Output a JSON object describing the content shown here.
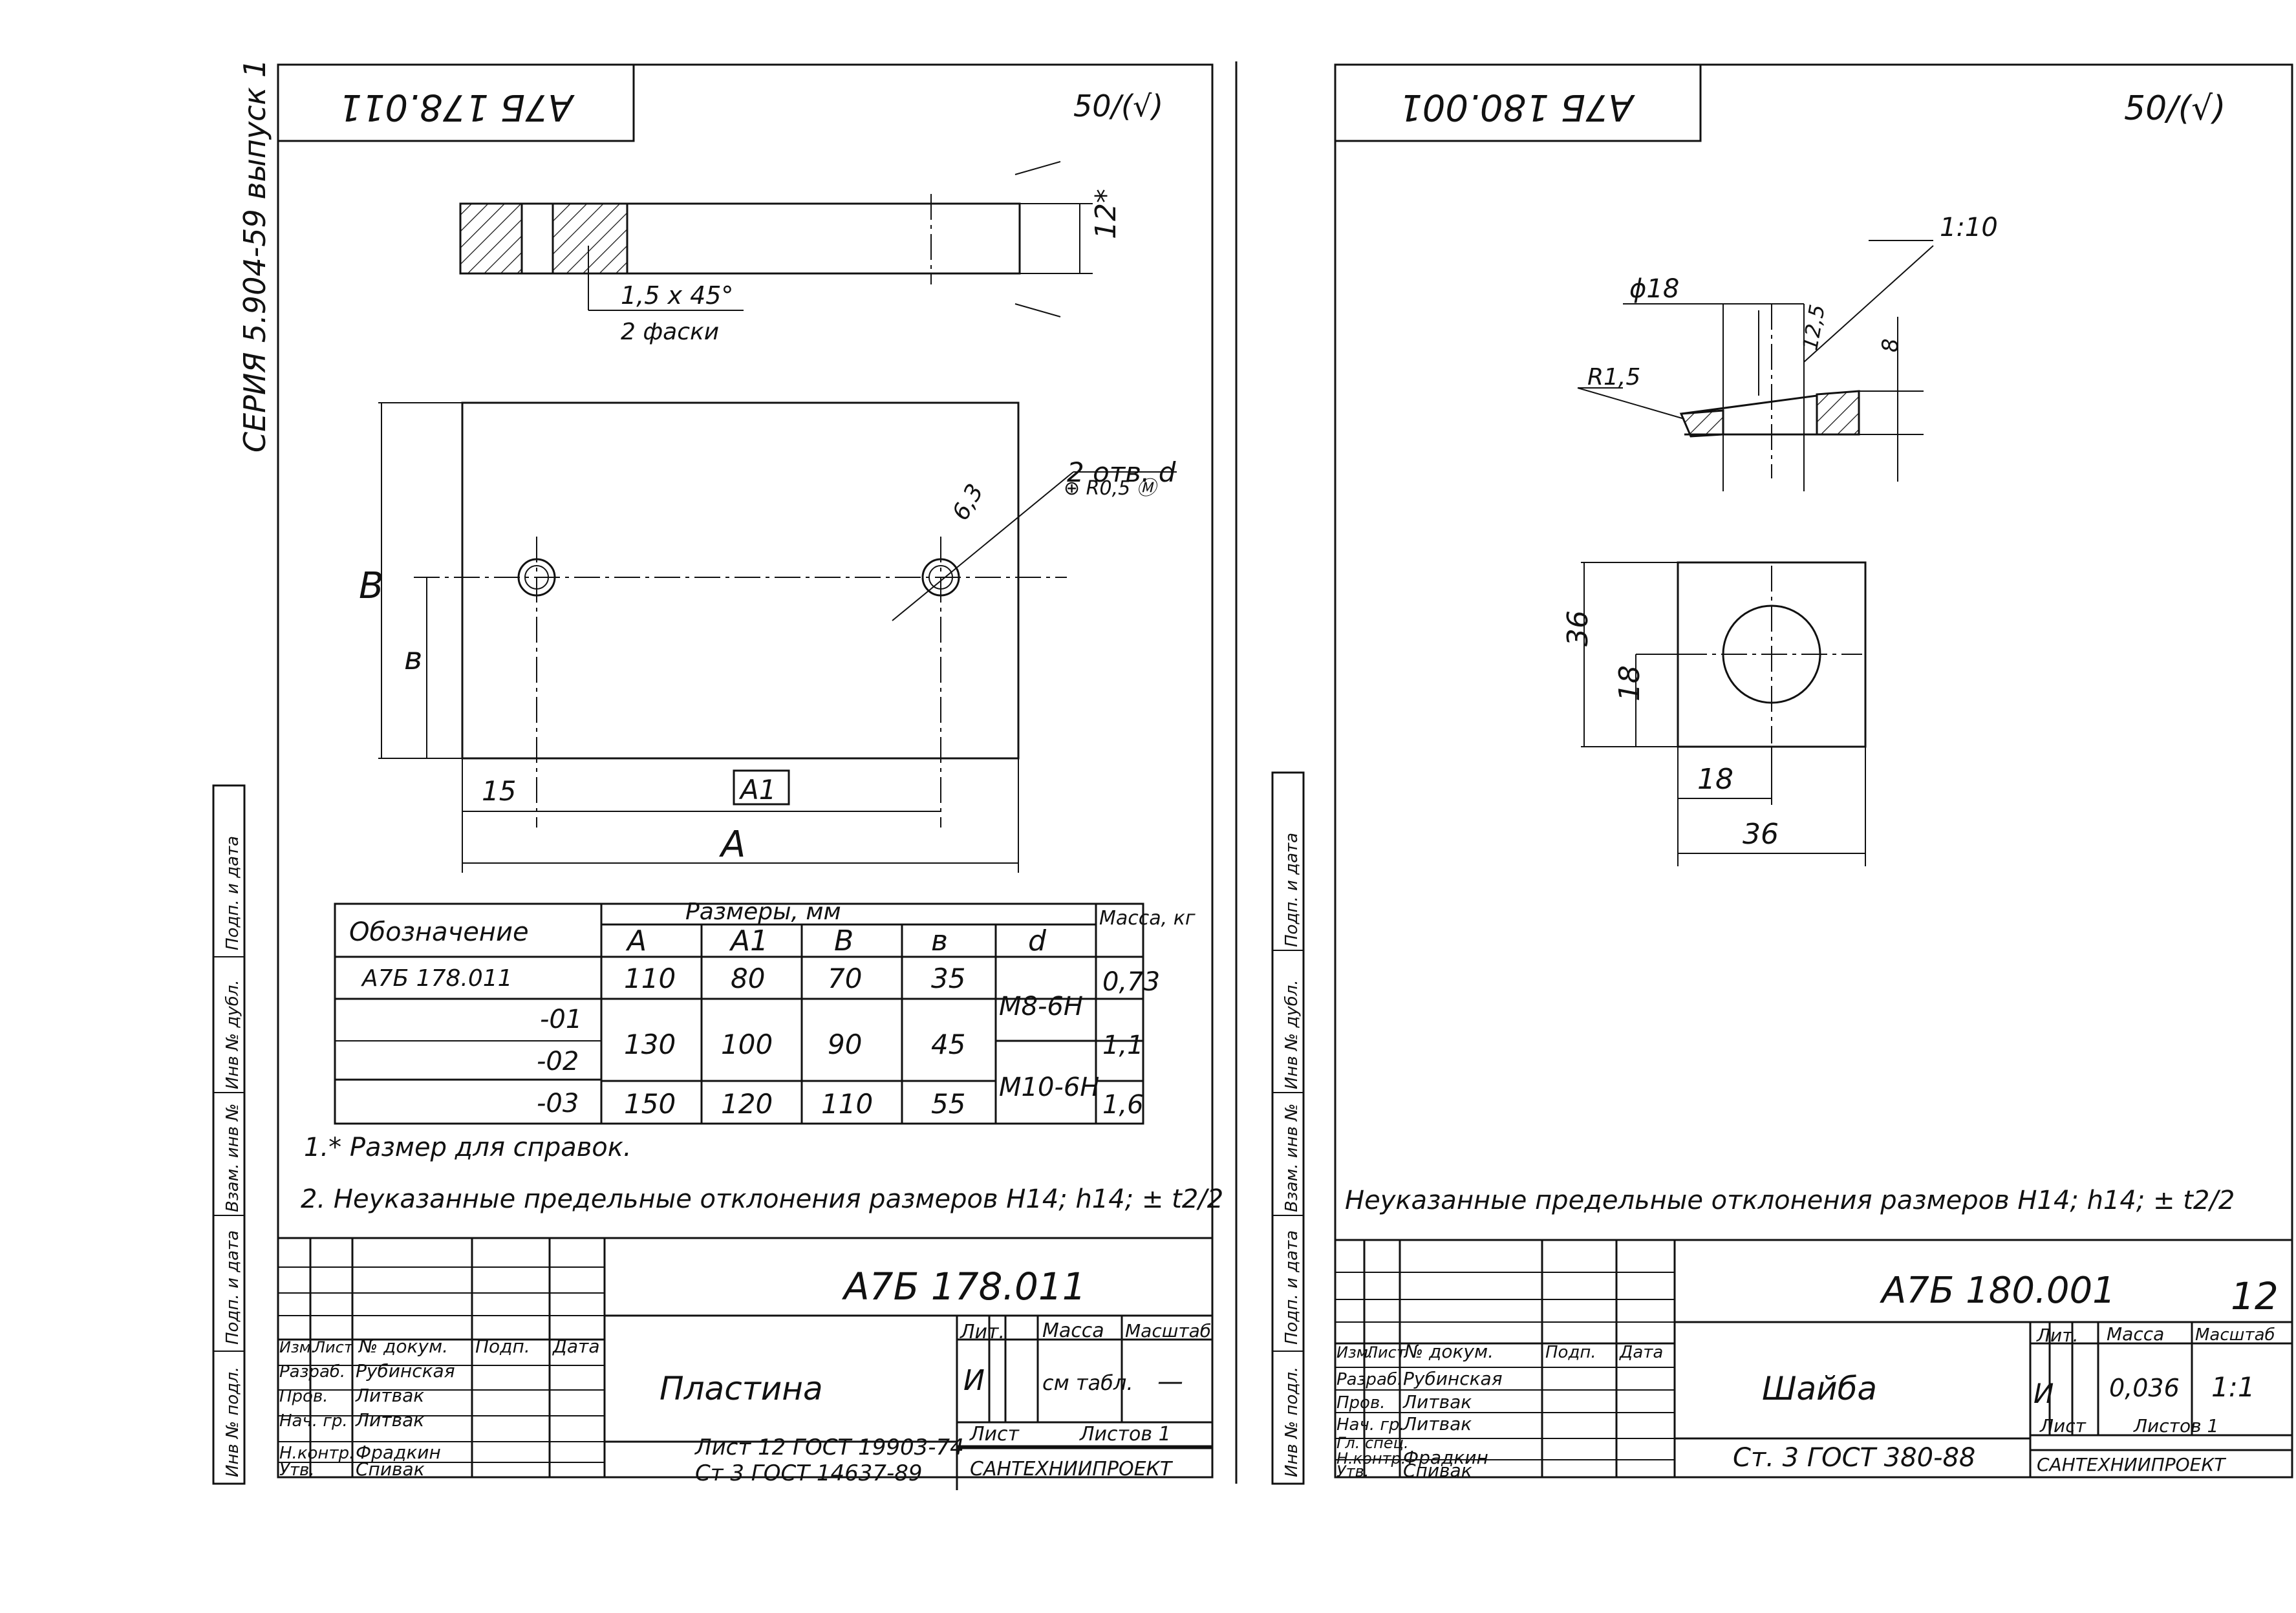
{
  "series_label": "СЕРИЯ 5.904-59 выпуск 1",
  "left_side_labels": [
    "Инв № подл.",
    "Подп. и дата",
    "Взам. инв №",
    "Инв № дубл.",
    "Подп. и дата"
  ],
  "sheet1": {
    "top_code": "А7Б 178.011",
    "roughness": "50/(√)",
    "chamfer_note": "1,5 x 45°",
    "chamfer_count": "2 фаски",
    "thickness_dim": "12*",
    "holes_note": "2 отв. d",
    "position_tol": "⊕ R0,5 Ⓜ",
    "surface_note": "6,3",
    "dim_B": "В",
    "dim_b": "в",
    "dim_15": "15",
    "dim_A1": "А1",
    "dim_A": "А",
    "table": {
      "header_designation": "Обозначение",
      "header_sizes": "Размеры, мм",
      "header_mass": "Масса, кг",
      "columns": [
        "А",
        "А1",
        "В",
        "в",
        "d"
      ],
      "rows": [
        {
          "designation": "А7Б 178.011",
          "A": "110",
          "A1": "80",
          "B": "70",
          "b": "35",
          "d": "М8-6Н",
          "mass": "0,73"
        },
        {
          "designation": "-01",
          "A": "",
          "A1": "",
          "B": "",
          "b": "",
          "d": "",
          "mass": ""
        },
        {
          "designation": "-02",
          "A": "130",
          "A1": "100",
          "B": "90",
          "b": "45",
          "d": "",
          "mass": "1,1"
        },
        {
          "designation": "-03",
          "A": "150",
          "A1": "120",
          "B": "110",
          "b": "55",
          "d": "М10-6Н",
          "mass": "1,6"
        }
      ]
    },
    "notes": [
      "1.* Размер для справок.",
      "2. Неуказанные предельные отклонения размеров Н14; h14; ± t2/2"
    ],
    "title_block": {
      "doc_code": "А7Б 178.011",
      "name": "Пластина",
      "material_line1": "Лист 12 ГОСТ 19903-74",
      "material_line2": "Ст 3 ГОСТ 14637-89",
      "lit_header": "Лит.",
      "mass_header": "Масса",
      "scale_header": "Масштаб",
      "lit_value": "И",
      "mass_value": "см табл.",
      "scale_value": "—",
      "sheet_label": "Лист",
      "sheets_label": "Листов 1",
      "org": "САНТЕХНИИПРОЕКТ",
      "headers": [
        "Изм.",
        "Лист",
        "№ докум.",
        "Подп.",
        "Дата"
      ],
      "roles": [
        {
          "role": "Разраб.",
          "name": "Рубинская"
        },
        {
          "role": "Пров.",
          "name": "Литвак"
        },
        {
          "role": "Нач. гр.",
          "name": "Литвак"
        },
        {
          "role": "Н.контр.",
          "name": "Фрадкин"
        },
        {
          "role": "Утв.",
          "name": "Спивак"
        }
      ]
    }
  },
  "sheet2": {
    "top_code": "А7Б 180.001",
    "roughness": "50/(√)",
    "taper": "1:10",
    "dia": "ϕ18",
    "radius": "R1,5",
    "dim_12_5": "12,5",
    "dim_8": "8",
    "dim_36_v": "36",
    "dim_18_v": "18",
    "dim_18_h": "18",
    "dim_36_h": "36",
    "note": "Неуказанные предельные отклонения размеров Н14; h14; ± t2/2",
    "title_block": {
      "doc_code": "А7Б 180.001",
      "sheet_no": "12",
      "name": "Шайба",
      "material": "Ст. 3 ГОСТ 380-88",
      "lit_header": "Лит.",
      "mass_header": "Масса",
      "scale_header": "Масштаб",
      "lit_value": "И",
      "mass_value": "0,036",
      "scale_value": "1:1",
      "sheet_label": "Лист",
      "sheets_label": "Листов 1",
      "org": "САНТЕХНИИПРОЕКТ",
      "headers": [
        "Изм.",
        "Лист",
        "№ докум.",
        "Подп.",
        "Дата"
      ],
      "roles": [
        {
          "role": "Разраб.",
          "name": "Рубинская"
        },
        {
          "role": "Пров.",
          "name": "Литвак"
        },
        {
          "role": "Нач. гр.",
          "name": "Литвак"
        },
        {
          "role": "Гл. спец.",
          "name": ""
        },
        {
          "role": "Н.контр.",
          "name": "Фрадкин"
        },
        {
          "role": "Утв.",
          "name": "Спивак"
        }
      ]
    }
  }
}
